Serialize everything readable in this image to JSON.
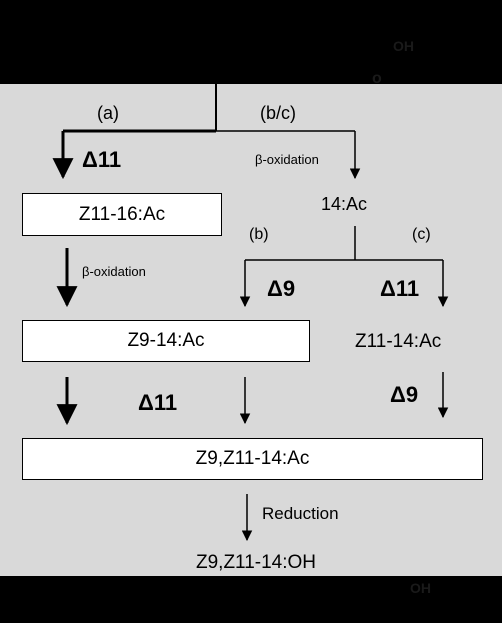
{
  "top_right": {
    "oh_label": "OH",
    "o_label": "o"
  },
  "bottom_right": {
    "oh_label": "OH"
  },
  "branches": {
    "a": "(a)",
    "bc": "(b/c)",
    "b": "(b)",
    "c": "(c)"
  },
  "steps": {
    "delta11_a": "Δ11",
    "beta_ox_bc": "β-oxidation",
    "beta_ox_a": "β-oxidation",
    "delta9_b": "Δ9",
    "delta11_c": "Δ11",
    "delta11_mid": "Δ11",
    "delta9_c": "Δ9",
    "reduction": "Reduction"
  },
  "compounds": {
    "z11_16_ac": "Z11-16:Ac",
    "c14_ac": "14:Ac",
    "z9_14_ac": "Z9-14:Ac",
    "z11_14_ac": "Z11-14:Ac",
    "z9_z11_14_ac": "Z9,Z11-14:Ac",
    "z9_z11_14_oh": "Z9,Z11-14:OH"
  }
}
